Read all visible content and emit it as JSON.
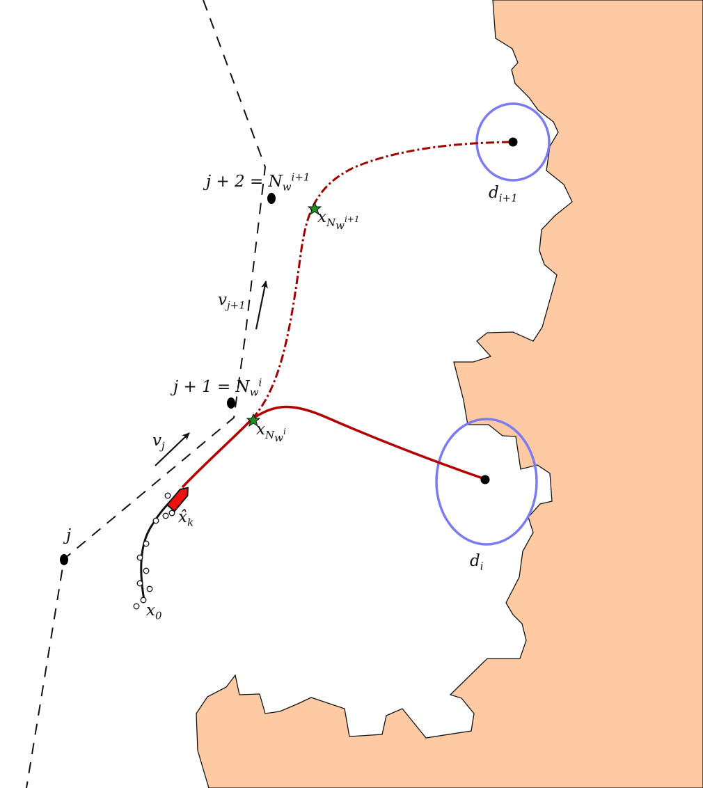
{
  "colors": {
    "land": "#fdcaa4",
    "land_edge": "#111111",
    "docking_circle": "#7b7bef",
    "plan_current": "#b30000",
    "plan_next": "#a00000",
    "waypoint_path": "#111111",
    "goal_star": "#1f8f1f",
    "vessel": "#ee1111",
    "history_marker": "#ffffff"
  },
  "labels": {
    "wp_j": {
      "base": "j"
    },
    "wp_j1": {
      "base": "j + 1 = N",
      "sub": "w",
      "sup": "i"
    },
    "wp_j2": {
      "base": "j + 2 = N",
      "sub": "w",
      "sup": "i+1"
    },
    "v_j": {
      "base": "v",
      "sub": "j"
    },
    "v_j1": {
      "base": "v",
      "sub": "j+1"
    },
    "x_nwi": {
      "base": "x",
      "sub_base": "N",
      "sub_sub": "w",
      "sub_sup": "i"
    },
    "x_nwi1": {
      "base": "x",
      "sub_base": "N",
      "sub_sub": "w",
      "sub_sup": "i+1"
    },
    "d_i": {
      "base": "d",
      "sub": "i"
    },
    "d_i1": {
      "base": "d",
      "sub": "i+1"
    },
    "x_hat_k": {
      "base": "x̂",
      "sub": "k"
    },
    "x_0": {
      "base": "x",
      "sub": "0"
    }
  }
}
